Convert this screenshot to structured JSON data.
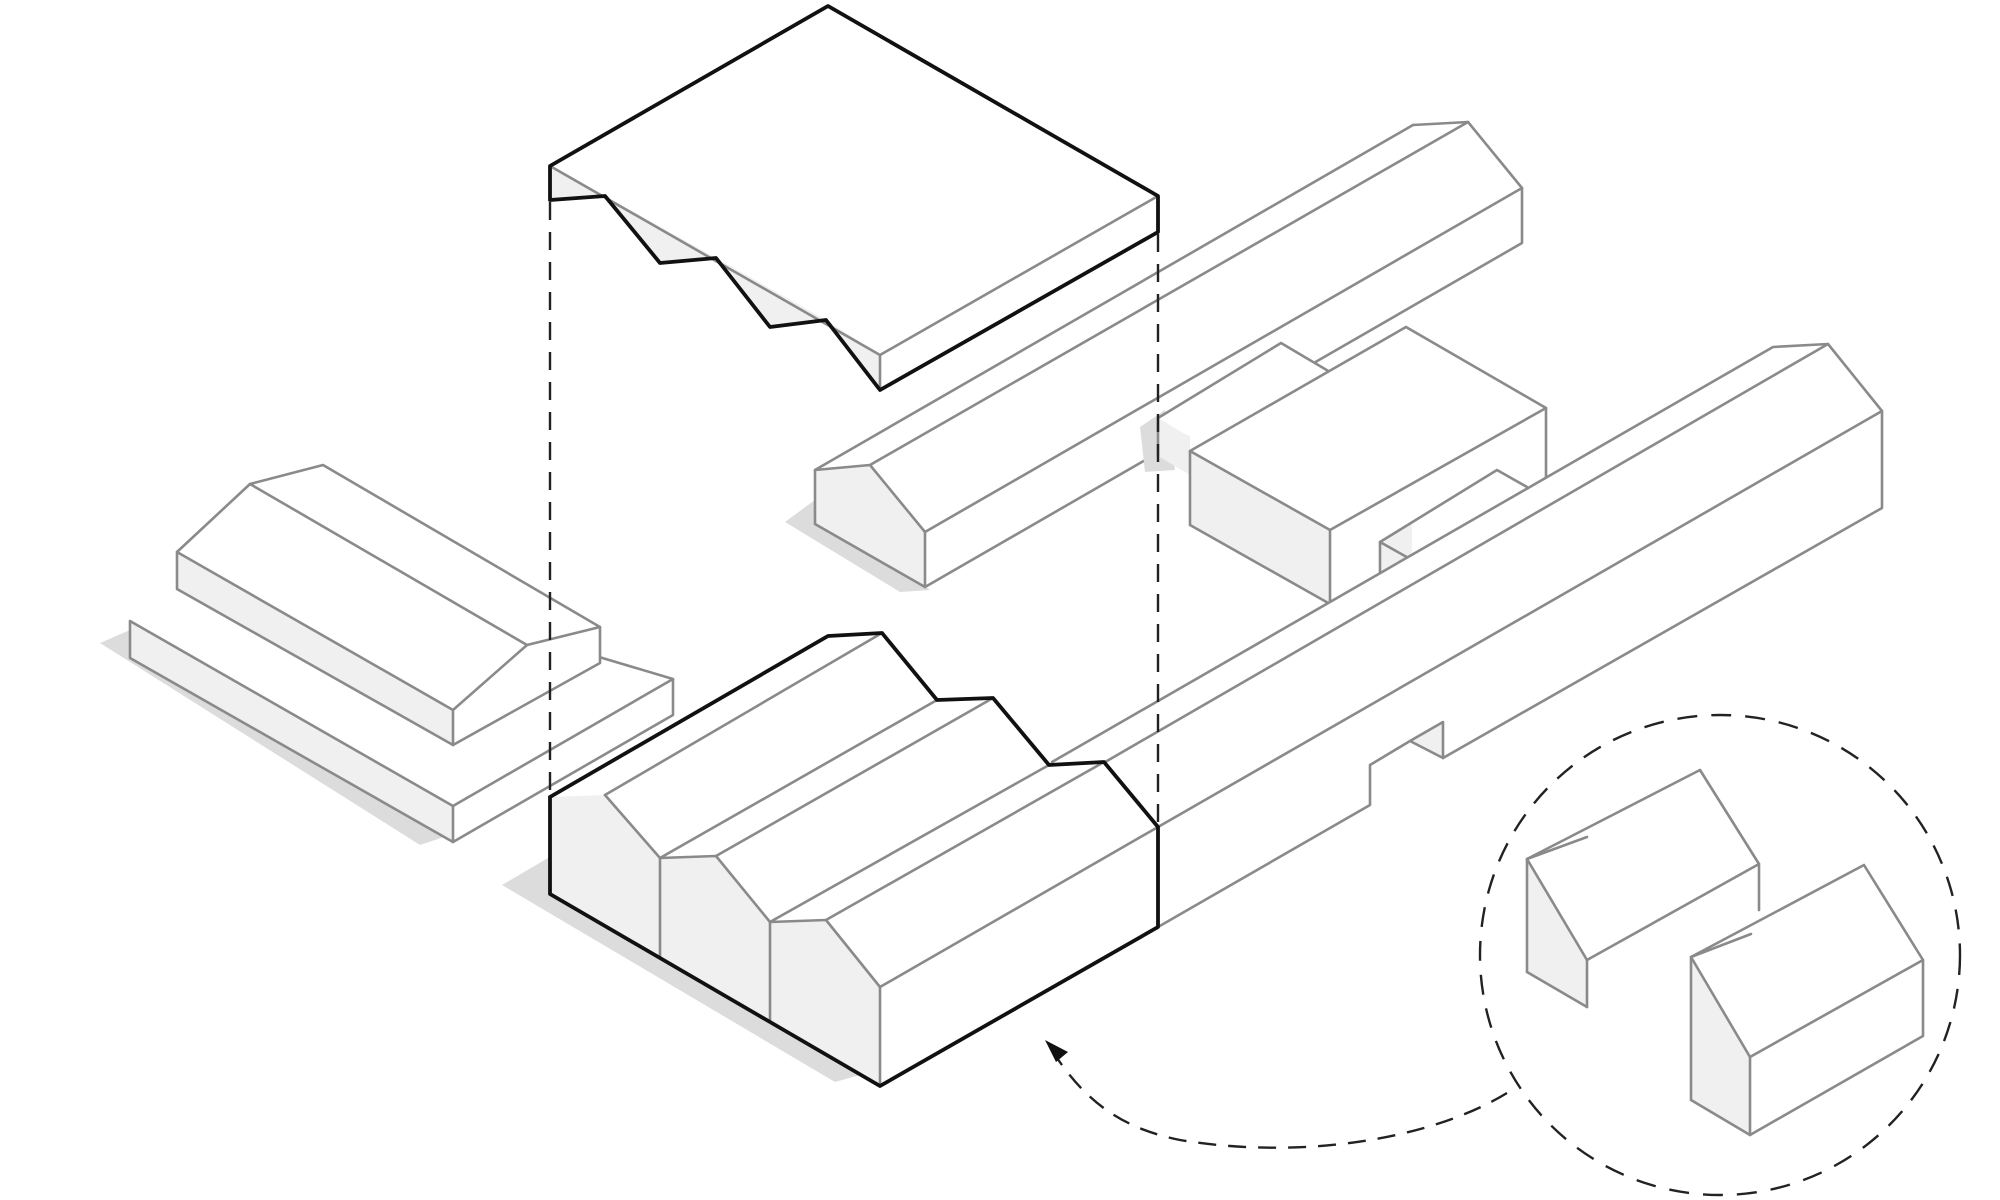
{
  "diagram": {
    "elements": [
      "floating-sawtooth-roof",
      "stepped-gable-building",
      "long-gable-building",
      "cross-gable-building",
      "long-warehouse",
      "sawtooth-hall",
      "house-pair-callout",
      "callout-arrow"
    ]
  }
}
